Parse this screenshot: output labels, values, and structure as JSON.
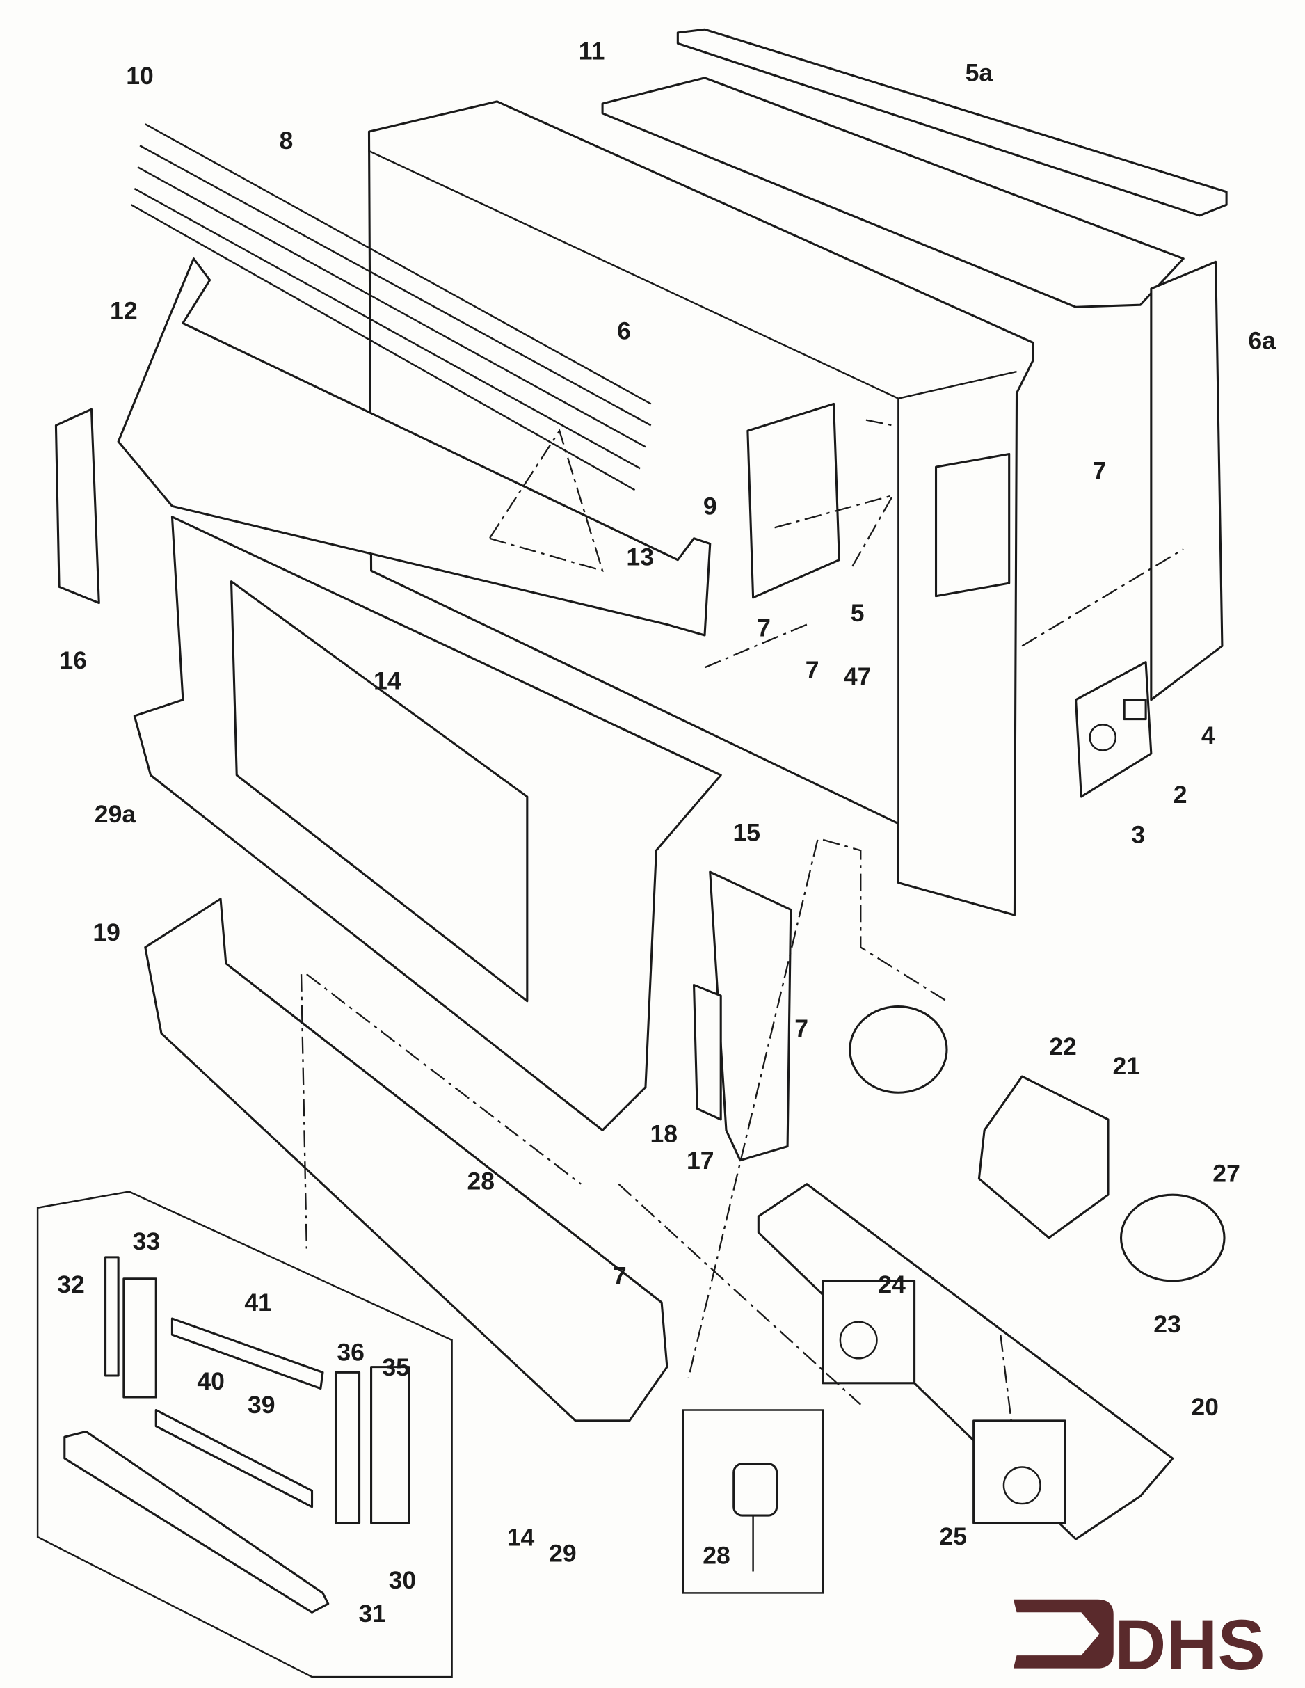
{
  "brand": {
    "logo_text": "DHS",
    "logo_color": "#5a2a2c"
  },
  "labels": [
    "10",
    "8",
    "11",
    "5a",
    "12",
    "6",
    "6a",
    "7",
    "9",
    "13",
    "16",
    "5",
    "7",
    "14",
    "7",
    "47",
    "4",
    "2",
    "29a",
    "3",
    "15",
    "19",
    "22",
    "21",
    "7",
    "27",
    "18",
    "17",
    "28",
    "7",
    "24",
    "23",
    "32",
    "33",
    "41",
    "36",
    "35",
    "40",
    "39",
    "20",
    "30",
    "31",
    "14",
    "29",
    "28",
    "25"
  ]
}
